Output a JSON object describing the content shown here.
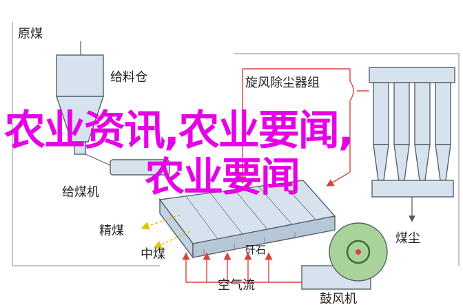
{
  "labels": {
    "raw_coal": "原煤",
    "feed_bin": "给料仓",
    "cyclone": "旋风除尘器组",
    "feeder": "给煤机",
    "clean_coal": "精煤",
    "middling": "中煤",
    "gangue": "矸石",
    "coal_dust": "煤尘",
    "air_flow": "空气流",
    "blower": "鼓风机"
  },
  "overlay": {
    "line1": "农业资讯,农业要闻,",
    "line2": "农业要闻"
  },
  "colors": {
    "overlay": "#e600e6",
    "equipment_fill": "#d6e3ee",
    "equipment_stroke": "#55606a",
    "flow_arrow": "#d9443a",
    "blower_fill": "#a9d39a",
    "particle_arrow": "#f0d600"
  }
}
